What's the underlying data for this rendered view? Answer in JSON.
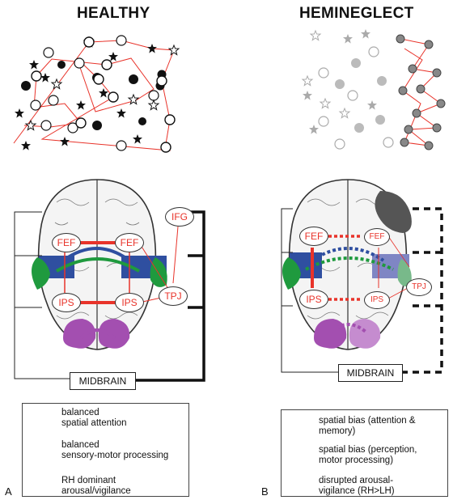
{
  "panels": {
    "left": {
      "title": "HEALTHY",
      "tag": "A",
      "nodes": {
        "fef_l": "FEF",
        "fef_r": "FEF",
        "ips_l": "IPS",
        "ips_r": "IPS",
        "ifg": "IFG",
        "tpj": "TPJ"
      },
      "midbrain": "MIDBRAIN"
    },
    "right": {
      "title": "HEMINEGLECT",
      "tag": "B",
      "nodes": {
        "fef_l": "FEF",
        "fef_r": "FEF",
        "ips_l": "IPS",
        "ips_r": "IPS",
        "tpj": "TPJ"
      },
      "midbrain": "MIDBRAIN"
    }
  },
  "legend_left": [
    {
      "line1": "balanced",
      "line2": "spatial attention"
    },
    {
      "line1": "balanced",
      "line2": "sensory-motor processing"
    },
    {
      "line1": "RH dominant",
      "line2": "arousal/vigilance"
    }
  ],
  "legend_right": [
    {
      "line1": "spatial bias (attention &",
      "line2": "memory)"
    },
    {
      "line1": "spatial bias (perception,",
      "line2": "motor processing)"
    },
    {
      "line1": "disrupted arousal-",
      "line2": "vigilance (RH>LH)"
    }
  ],
  "colors": {
    "red": "#e8332a",
    "blue": "#2f4fa0",
    "green": "#1f9a3e",
    "purple": "#a34fb0",
    "gray": "#555555"
  }
}
